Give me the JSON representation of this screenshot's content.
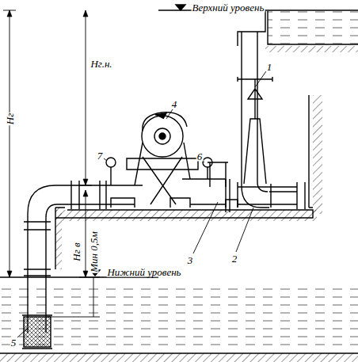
{
  "diagram": {
    "labels": [
      "Верхний уровень",
      "Нижний уровень",
      "Hг.н.",
      "Hг",
      "Hг в",
      "Мин 0,5м",
      "1",
      "2",
      "3",
      "4",
      "5",
      "6",
      "7"
    ]
  }
}
